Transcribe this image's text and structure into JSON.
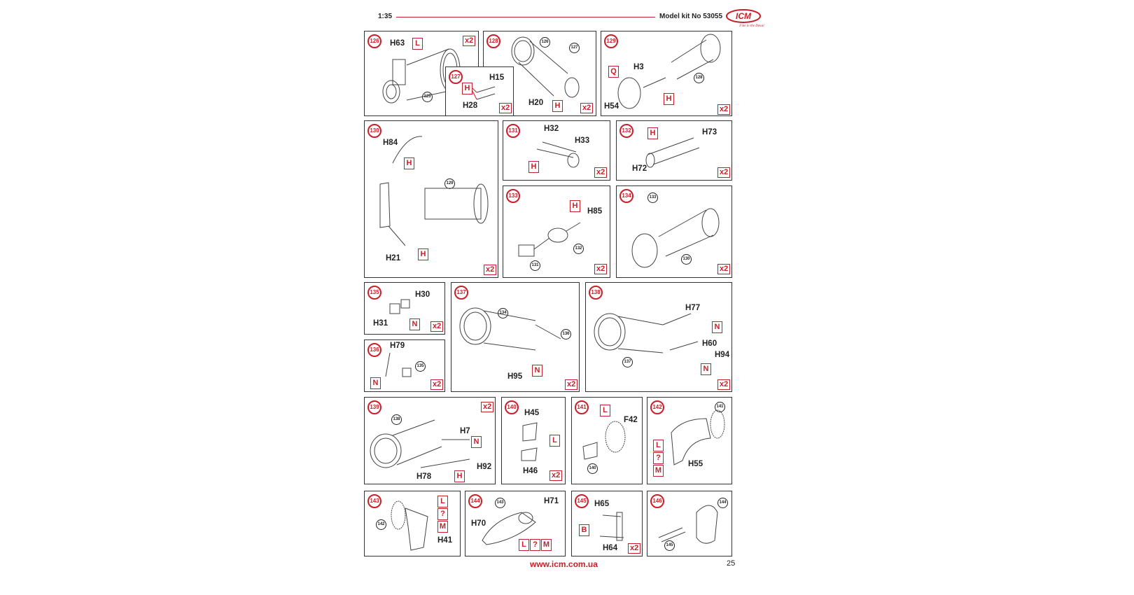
{
  "header": {
    "scale": "1:35",
    "kit": "Model kit No 53055"
  },
  "logo": {
    "brand": "ICM",
    "tagline": "Fine in the Detail",
    "color": "#c8202a"
  },
  "footer": {
    "url": "www.icm.com.ua",
    "page": "25"
  },
  "steps": {
    "s126": {
      "num": "126",
      "qty": "x2",
      "parts": [
        "H63"
      ],
      "labels": [
        "L"
      ],
      "refs": [
        "125"
      ]
    },
    "s127": {
      "num": "127",
      "qty": "x2",
      "parts": [
        "H15",
        "H28"
      ],
      "labels": [
        "H"
      ]
    },
    "s128": {
      "num": "128",
      "qty": "x2",
      "parts": [
        "H20"
      ],
      "labels": [
        "H"
      ],
      "refs": [
        "126",
        "127"
      ]
    },
    "s129": {
      "num": "129",
      "qty": "x2",
      "parts": [
        "H3",
        "H54"
      ],
      "labels": [
        "Q",
        "H"
      ],
      "refs": [
        "128"
      ]
    },
    "s130": {
      "num": "130",
      "qty": "x2",
      "parts": [
        "H84",
        "H21"
      ],
      "labels": [
        "H",
        "H"
      ],
      "refs": [
        "129"
      ]
    },
    "s131": {
      "num": "131",
      "qty": "x2",
      "parts": [
        "H32",
        "H33"
      ],
      "labels": [
        "H"
      ]
    },
    "s132": {
      "num": "132",
      "qty": "x2",
      "parts": [
        "H73",
        "H72"
      ],
      "labels": [
        "H"
      ]
    },
    "s133": {
      "num": "133",
      "qty": "x2",
      "parts": [
        "H85"
      ],
      "labels": [
        "H"
      ],
      "refs": [
        "132",
        "131"
      ]
    },
    "s134": {
      "num": "134",
      "qty": "x2",
      "refs": [
        "133",
        "130"
      ]
    },
    "s135": {
      "num": "135",
      "qty": "x2",
      "parts": [
        "H30",
        "H31"
      ],
      "labels": [
        "N"
      ]
    },
    "s136": {
      "num": "136",
      "qty": "x2",
      "parts": [
        "H79"
      ],
      "labels": [
        "N"
      ],
      "refs": [
        "135"
      ]
    },
    "s137": {
      "num": "137",
      "qty": "x2",
      "parts": [
        "H95"
      ],
      "labels": [
        "N"
      ],
      "refs": [
        "134",
        "136"
      ]
    },
    "s138": {
      "num": "138",
      "qty": "x2",
      "parts": [
        "H77",
        "H60",
        "H94"
      ],
      "labels": [
        "N",
        "N"
      ],
      "refs": [
        "137"
      ]
    },
    "s139": {
      "num": "139",
      "qty": "x2",
      "parts": [
        "H7",
        "H92",
        "H78"
      ],
      "labels": [
        "N",
        "H"
      ],
      "refs": [
        "138"
      ]
    },
    "s140": {
      "num": "140",
      "qty": "x2",
      "parts": [
        "H45",
        "H46"
      ],
      "labels": [
        "L"
      ]
    },
    "s141": {
      "num": "141",
      "parts": [
        "F42"
      ],
      "labels": [
        "L"
      ],
      "refs": [
        "140"
      ]
    },
    "s142": {
      "num": "142",
      "parts": [
        "H55"
      ],
      "labels": [
        "L",
        "?",
        "M"
      ],
      "refs": [
        "141"
      ]
    },
    "s143": {
      "num": "143",
      "parts": [
        "H41"
      ],
      "labels": [
        "L",
        "?",
        "M"
      ],
      "refs": [
        "142"
      ]
    },
    "s144": {
      "num": "144",
      "parts": [
        "H71",
        "H70"
      ],
      "labels": [
        "L",
        "?",
        "M"
      ],
      "refs": [
        "143"
      ]
    },
    "s145": {
      "num": "145",
      "qty": "x2",
      "parts": [
        "H65",
        "H64"
      ],
      "labels": [
        "B"
      ]
    },
    "s146": {
      "num": "146",
      "refs": [
        "144",
        "145"
      ]
    }
  }
}
